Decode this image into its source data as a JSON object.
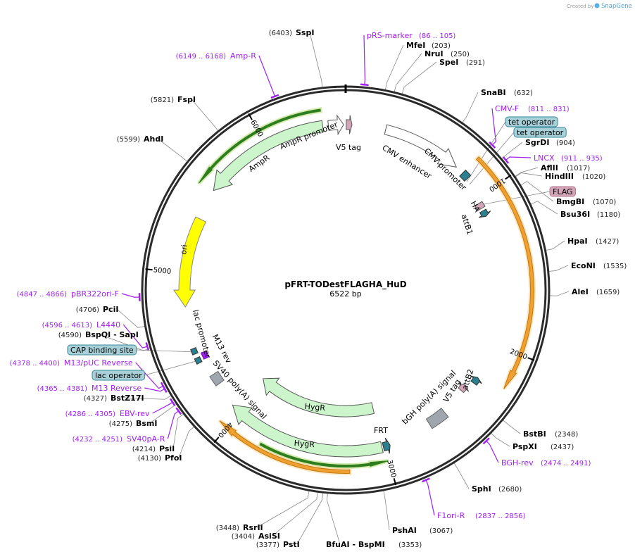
{
  "credit": {
    "text": "Created by",
    "brand": "SnapGene"
  },
  "plasmid": {
    "name": "pFRT-TODestFLAGHA_HuD",
    "length": "6522 bp",
    "total_bp": 6522
  },
  "ticks": [
    "1000",
    "2000",
    "3000",
    "4000",
    "5000",
    "6000"
  ],
  "colors": {
    "primer": "#a020f0",
    "backbone": "#2b2b2b",
    "gene": "#ccf5cc",
    "ori": "#ffff00",
    "orange": "#f5c16c",
    "teal": "#2b7f8f",
    "pink": "#d4a5b8",
    "gray": "#a0a6ad",
    "operator": "#a8d0d8"
  },
  "enzymes": [
    {
      "name": "SspI",
      "pos": "(6403)"
    },
    {
      "name": "MfeI",
      "pos": "(203)"
    },
    {
      "name": "NruI",
      "pos": "(250)"
    },
    {
      "name": "SpeI",
      "pos": "(291)"
    },
    {
      "name": "SnaBI",
      "pos": "(632)"
    },
    {
      "name": "SgrDI",
      "pos": "(904)"
    },
    {
      "name": "AflII",
      "pos": "(1017)"
    },
    {
      "name": "HindIII",
      "pos": "(1020)"
    },
    {
      "name": "BmgBI",
      "pos": "(1070)"
    },
    {
      "name": "Bsu36I",
      "pos": "(1180)"
    },
    {
      "name": "HpaI",
      "pos": "(1427)"
    },
    {
      "name": "EcoNI",
      "pos": "(1535)"
    },
    {
      "name": "AleI",
      "pos": "(1659)"
    },
    {
      "name": "BstBI",
      "pos": "(2348)"
    },
    {
      "name": "PspXI",
      "pos": "(2437)"
    },
    {
      "name": "SphI",
      "pos": "(2680)"
    },
    {
      "name": "PshAI",
      "pos": "(3067)"
    },
    {
      "name": "BfuAI  - BspMI",
      "pos": "(3353)"
    },
    {
      "name": "PstI",
      "pos": "(3377)"
    },
    {
      "name": "AsiSI",
      "pos": "(3404)"
    },
    {
      "name": "RsrII",
      "pos": "(3448)"
    },
    {
      "name": "PfoI",
      "pos": "(4130)"
    },
    {
      "name": "PsiI",
      "pos": "(4214)"
    },
    {
      "name": "BsmI",
      "pos": "(4275)"
    },
    {
      "name": "BstZ17I",
      "pos": "(4327)"
    },
    {
      "name": "BspQI   - SapI",
      "pos": "(4590)"
    },
    {
      "name": "PciI",
      "pos": "(4706)"
    },
    {
      "name": "AhdI",
      "pos": "(5599)"
    },
    {
      "name": "FspI",
      "pos": "(5821)"
    }
  ],
  "primers": [
    {
      "name": "pRS-marker",
      "range": "(86 .. 105)"
    },
    {
      "name": "Amp-R",
      "range": "(6149 .. 6168)"
    },
    {
      "name": "CMV-F",
      "range": "(811 .. 831)"
    },
    {
      "name": "LNCX",
      "range": "(911 .. 935)"
    },
    {
      "name": "BGH-rev",
      "range": "(2474 .. 2491)"
    },
    {
      "name": "F1ori-R",
      "range": "(2837 .. 2856)"
    },
    {
      "name": "pBR322ori-F",
      "range": "(4847 .. 4866)"
    },
    {
      "name": "L4440",
      "range": "(4596 .. 4613)"
    },
    {
      "name": "M13/pUC Reverse",
      "range": "(4378 .. 4400)"
    },
    {
      "name": "M13 Reverse",
      "range": "(4365 .. 4381)"
    },
    {
      "name": "EBV-rev",
      "range": "(4286 .. 4305)"
    },
    {
      "name": "SV40pA-R",
      "range": "(4232 .. 4251)"
    }
  ],
  "boxed_features": [
    "tet operator",
    "tet operator",
    "FLAG",
    "CAP binding site",
    "lac operator"
  ],
  "features": [
    "AmpR",
    "AmpR promoter",
    "V5 tag",
    "CMV enhancer",
    "CMV promoter",
    "HA",
    "attB1",
    "ori",
    "lac promoter",
    "M13 rev",
    "SV40 poly(A) signal",
    "HygR",
    "HygR",
    "FRT",
    "bGH poly(A) signal",
    "V5 tag",
    "attB2"
  ]
}
